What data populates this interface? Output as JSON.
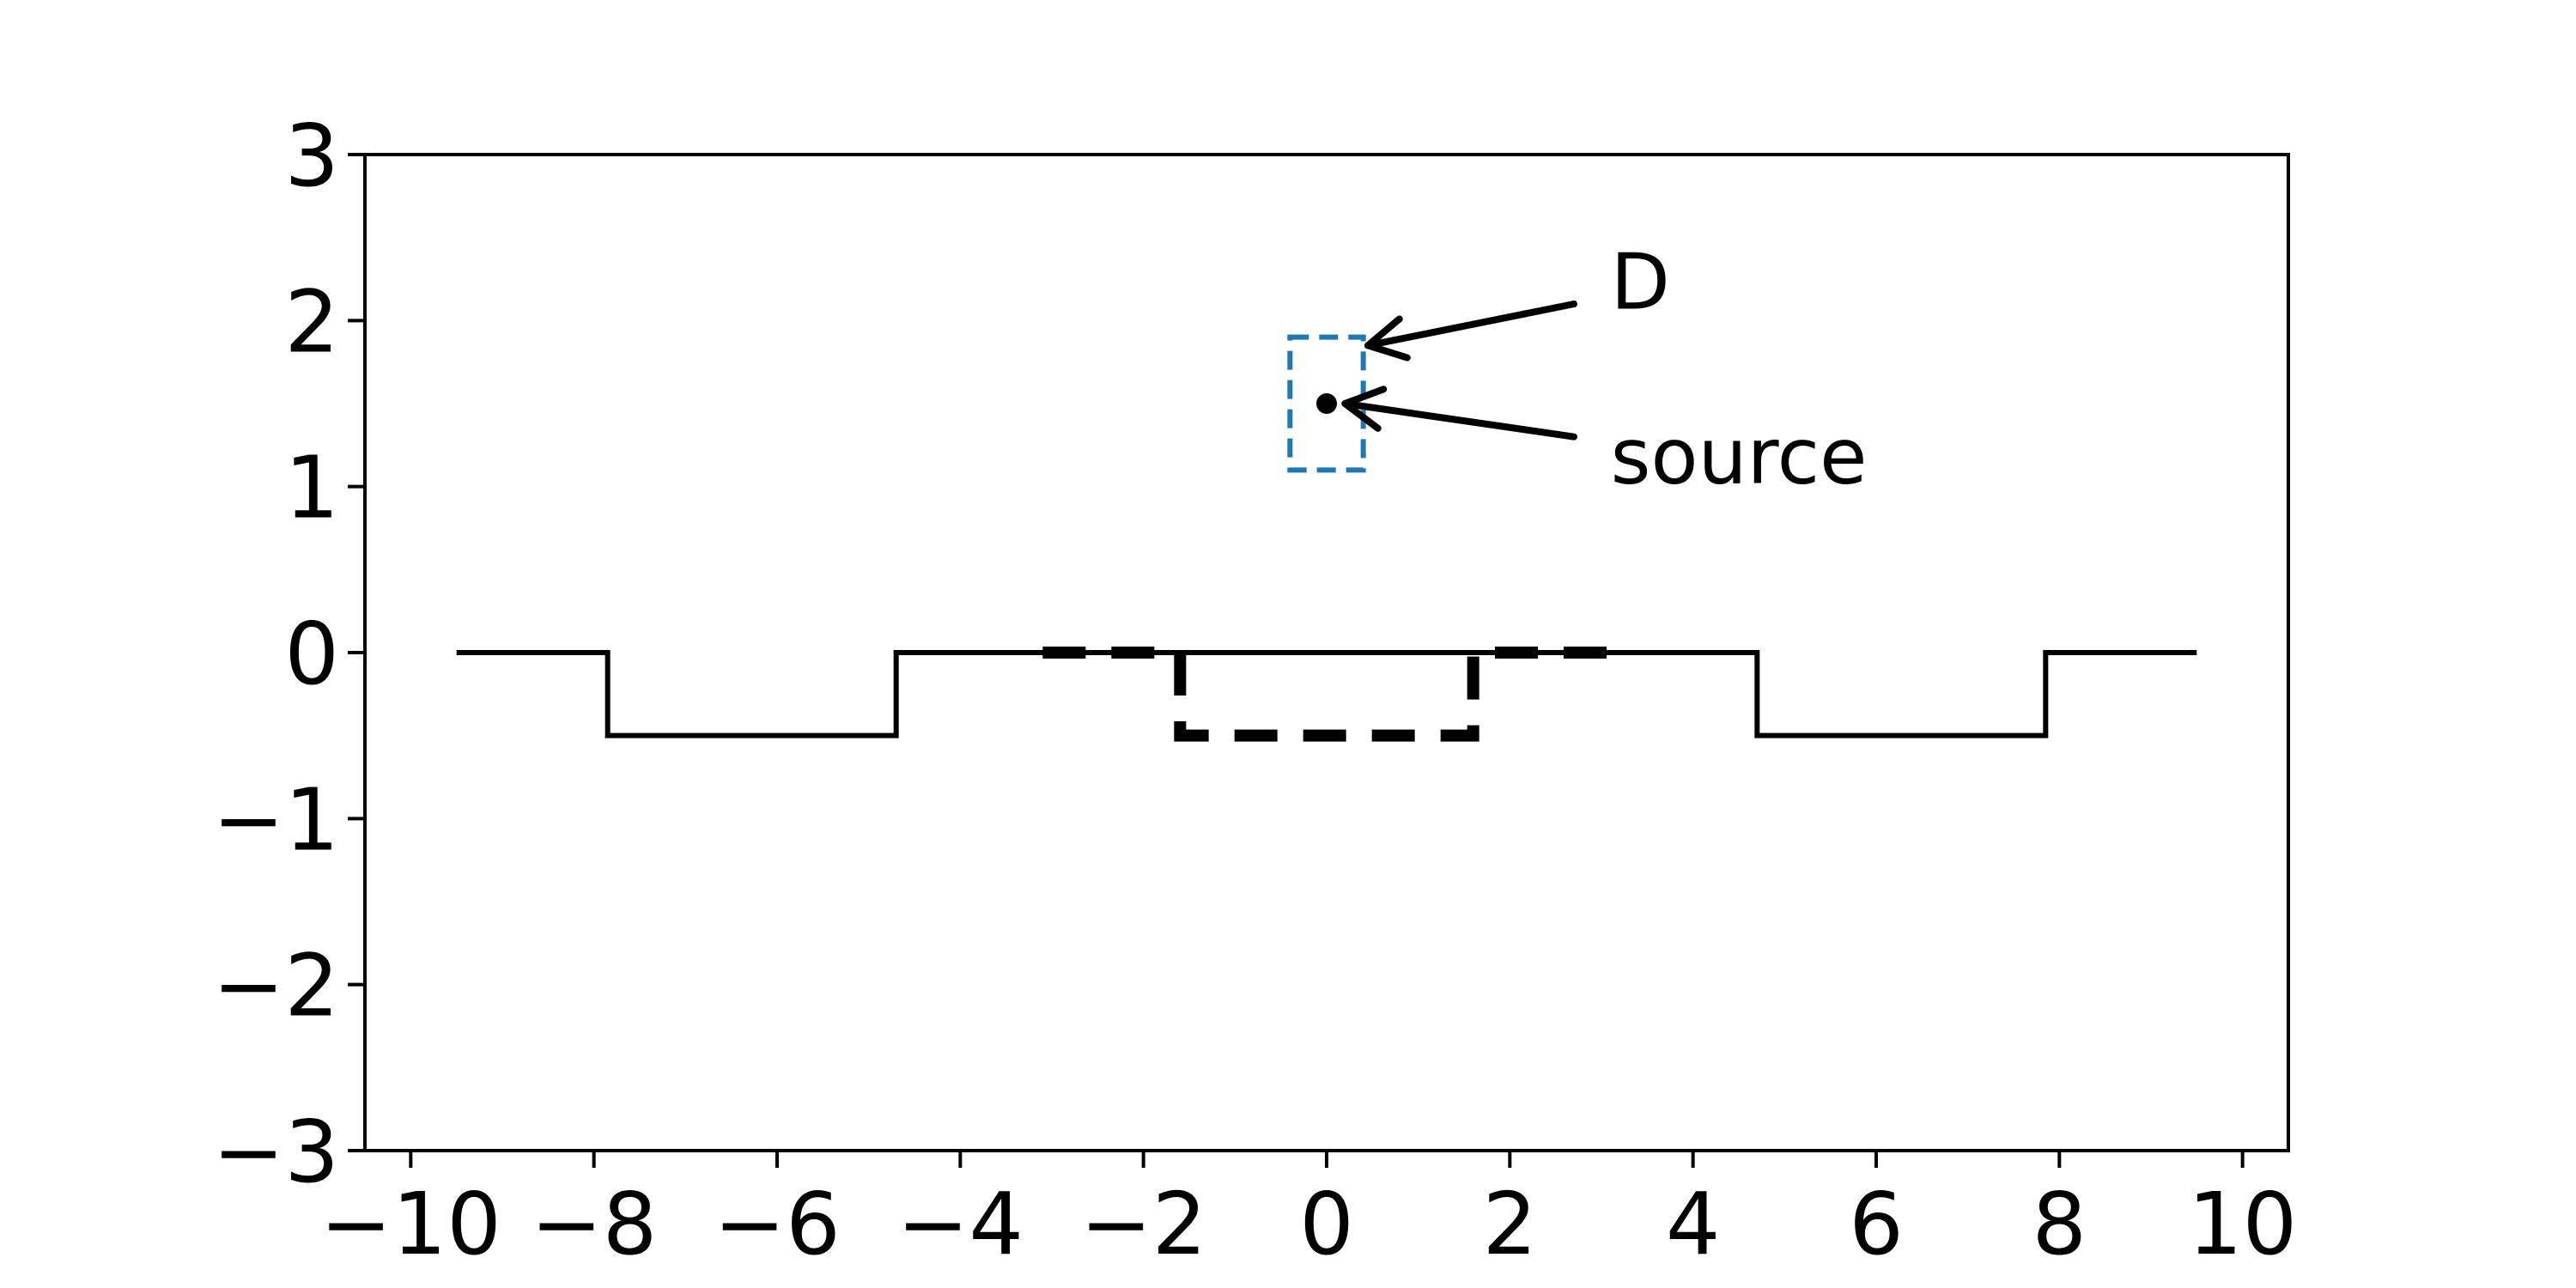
{
  "chart_data": {
    "type": "line",
    "title": "",
    "xlabel": "",
    "ylabel": "",
    "xlim": [
      -10.5,
      10.5
    ],
    "ylim": [
      -3,
      3
    ],
    "grid": false,
    "xticks": [
      -10,
      -8,
      -6,
      -4,
      -2,
      0,
      2,
      4,
      6,
      8,
      10
    ],
    "yticks": [
      -3,
      -2,
      -1,
      0,
      1,
      2,
      3
    ],
    "xtick_labels": [
      "−10",
      "−8",
      "−6",
      "−4",
      "−2",
      "0",
      "2",
      "4",
      "6",
      "8",
      "10"
    ],
    "ytick_labels": [
      "−3",
      "−2",
      "−1",
      "0",
      "1",
      "2",
      "3"
    ],
    "series": [
      {
        "style": "solid",
        "color": "#000000",
        "x": [
          -9.5,
          -7.85,
          -7.85,
          -4.7,
          -4.7,
          4.7,
          4.7,
          7.85,
          7.85,
          9.5
        ],
        "y": [
          0,
          0,
          -0.5,
          -0.5,
          0,
          0,
          -0.5,
          -0.5,
          0,
          0
        ]
      },
      {
        "style": "dashed",
        "color": "#000000",
        "x": [
          -3.1,
          -1.6,
          -1.6,
          1.6,
          1.6,
          3.1
        ],
        "y": [
          0,
          0,
          -0.5,
          -0.5,
          0,
          0
        ]
      }
    ],
    "region_D": {
      "x": [
        -0.4,
        0.4
      ],
      "y": [
        1.1,
        1.9
      ],
      "color": "#1f77b4",
      "style": "dashed"
    },
    "source_point": {
      "x": 0,
      "y": 1.5,
      "color": "#000000"
    },
    "annotations": [
      {
        "text": "D",
        "text_x": 3.1,
        "text_y": 2.2,
        "arrow_from": [
          2.7,
          2.1
        ],
        "arrow_to": [
          0.45,
          1.85
        ]
      },
      {
        "text": "source",
        "text_x": 3.1,
        "text_y": 1.15,
        "arrow_from": [
          2.7,
          1.3
        ],
        "arrow_to": [
          0.2,
          1.5
        ]
      }
    ]
  }
}
